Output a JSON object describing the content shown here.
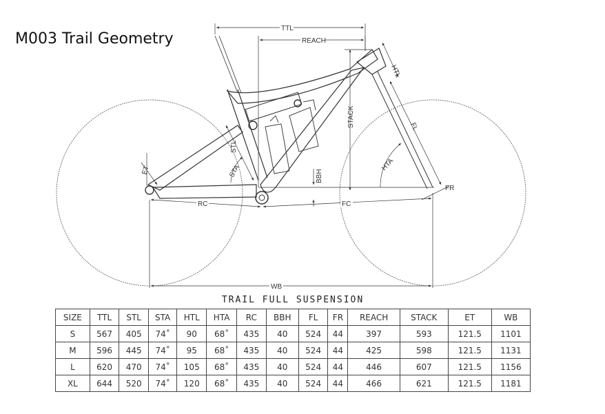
{
  "title": "M003 Trail Geometry",
  "dimension_labels": {
    "ttl": "TTL",
    "reach": "REACH",
    "htl": "HTL",
    "stack": "STACK",
    "fl": "FL",
    "stl": "STL",
    "sta": "STA",
    "et": "ET",
    "bbh": "BBH",
    "hta": "HTA",
    "fr": "FR",
    "rc": "RC",
    "fc": "FC",
    "wb": "WB"
  },
  "table": {
    "caption": "TRAIL FULL SUSPENSION",
    "headers": [
      "SIZE",
      "TTL",
      "STL",
      "STA",
      "HTL",
      "HTA",
      "RC",
      "BBH",
      "FL",
      "FR",
      "REACH",
      "STACK",
      "ET",
      "WB"
    ],
    "rows": [
      [
        "S",
        "567",
        "405",
        "74˚",
        "90",
        "68˚",
        "435",
        "40",
        "524",
        "44",
        "397",
        "593",
        "121.5",
        "1101"
      ],
      [
        "M",
        "596",
        "445",
        "74˚",
        "95",
        "68˚",
        "435",
        "40",
        "524",
        "44",
        "425",
        "598",
        "121.5",
        "1131"
      ],
      [
        "L",
        "620",
        "470",
        "74˚",
        "105",
        "68˚",
        "435",
        "40",
        "524",
        "44",
        "446",
        "607",
        "121.5",
        "1156"
      ],
      [
        "XL",
        "644",
        "520",
        "74˚",
        "120",
        "68˚",
        "435",
        "40",
        "524",
        "44",
        "466",
        "621",
        "121.5",
        "1181"
      ]
    ]
  }
}
